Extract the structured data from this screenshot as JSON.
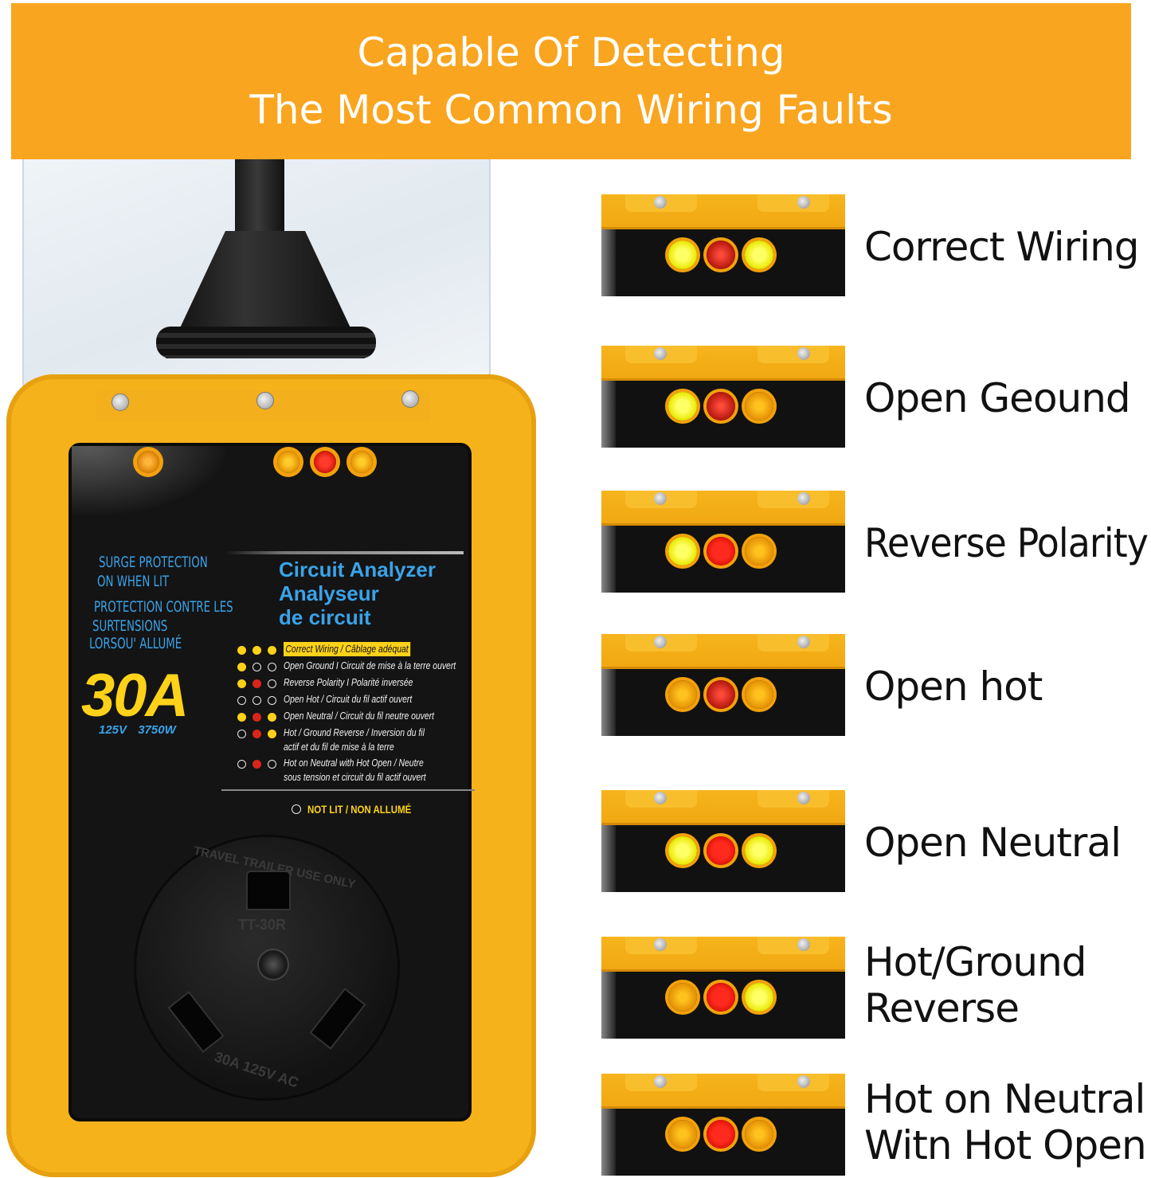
{
  "banner": {
    "line1": "Capable Of Detecting",
    "line2": "The Most Common Wiring Faults"
  },
  "device": {
    "surge_en_1": "SURGE PROTECTION",
    "surge_en_2": "ON WHEN LIT",
    "surge_fr_1": "PROTECTION CONTRE LES",
    "surge_fr_2": "SURTENSIONS",
    "surge_fr_3": "LORSOU' ALLUMÉ",
    "amps": "30A",
    "volts": "125V",
    "watts": "3750W",
    "title_1": "Circuit Analyzer",
    "title_2": "Analyseur",
    "title_3": "de circuit",
    "legend": [
      {
        "dots": [
          "y",
          "y",
          "y"
        ],
        "text": "Correct Wiring / Câblage adéquat",
        "highlight": true
      },
      {
        "dots": [
          "y",
          "o",
          "o"
        ],
        "text": "Open Ground I Circuit de mise à la terre ouvert"
      },
      {
        "dots": [
          "y",
          "r",
          "o"
        ],
        "text": "Reverse Polarity I Polarité inversée"
      },
      {
        "dots": [
          "o",
          "o",
          "o"
        ],
        "text": "Open Hot / Circuit du fil actif ouvert"
      },
      {
        "dots": [
          "y",
          "r",
          "y"
        ],
        "text": "Open Neutral / Circuit du fil neutre ouvert"
      },
      {
        "dots": [
          "o",
          "r",
          "y"
        ],
        "text": "Hot / Ground Reverse / Inversion du fil",
        "text2": "actif et du fil de mise à la terre"
      },
      {
        "dots": [
          "o",
          "r",
          "o"
        ],
        "text": "Hot on Neutral with Hot Open / Neutre",
        "text2": "sous tension et circuit du fil actif ouvert"
      }
    ],
    "not_lit": "NOT LIT / NON ALLUMÉ",
    "socket_top": "TRAVEL TRAILER USE ONLY",
    "socket_model": "TT-30R",
    "socket_bottom": "30A 125V AC"
  },
  "examples": [
    {
      "label_1": "Correct Wiring",
      "label_2": "",
      "leds": [
        "bright-y",
        "dim-r",
        "bright-y"
      ]
    },
    {
      "label_1": "Open Geound",
      "label_2": "",
      "leds": [
        "bright-y",
        "dim-r",
        "dim-y"
      ]
    },
    {
      "label_1": "Reverse Polarity",
      "label_2": "",
      "leds": [
        "bright-y",
        "bright-r",
        "dim-y"
      ]
    },
    {
      "label_1": "Open hot",
      "label_2": "",
      "leds": [
        "dim-y",
        "dim-r",
        "dim-y"
      ]
    },
    {
      "label_1": "Open Neutral",
      "label_2": "",
      "leds": [
        "bright-y",
        "bright-r",
        "bright-y"
      ]
    },
    {
      "label_1": "Hot/Ground",
      "label_2": "Reverse",
      "leds": [
        "dim-y",
        "bright-r",
        "bright-y"
      ]
    },
    {
      "label_1": "Hot on Neutral",
      "label_2": "Witn Hot Open",
      "leds": [
        "dim-y",
        "bright-r",
        "dim-y"
      ]
    }
  ],
  "colors": {
    "banner": "#f9a51f",
    "device_yellow": "#f6b21a",
    "label_blue": "#3aa3e8",
    "led_yellow": "#ffd21a",
    "led_red": "#d8261a"
  }
}
